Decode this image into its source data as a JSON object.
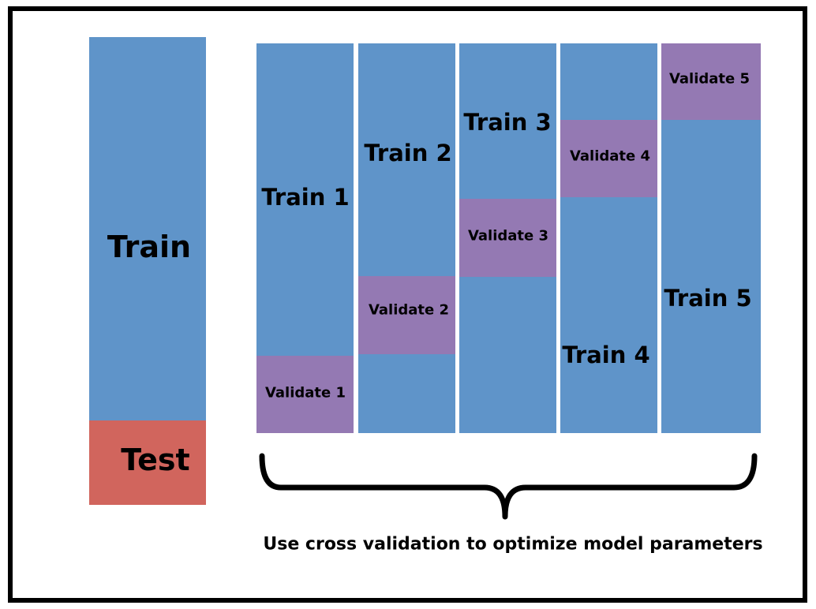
{
  "colors": {
    "train": "#5f94c9",
    "validate": "#9479b3",
    "test": "#d1655d",
    "border": "#000000"
  },
  "split": {
    "train_label": "Train",
    "test_label": "Test"
  },
  "folds": [
    {
      "train_label": "Train 1",
      "validate_label": "Validate 1"
    },
    {
      "train_label": "Train 2",
      "validate_label": "Validate 2"
    },
    {
      "train_label": "Train 3",
      "validate_label": "Validate 3"
    },
    {
      "train_label": "Train 4",
      "validate_label": "Validate 4"
    },
    {
      "train_label": "Train 5",
      "validate_label": "Validate 5"
    }
  ],
  "caption": "Use cross validation to optimize model parameters"
}
